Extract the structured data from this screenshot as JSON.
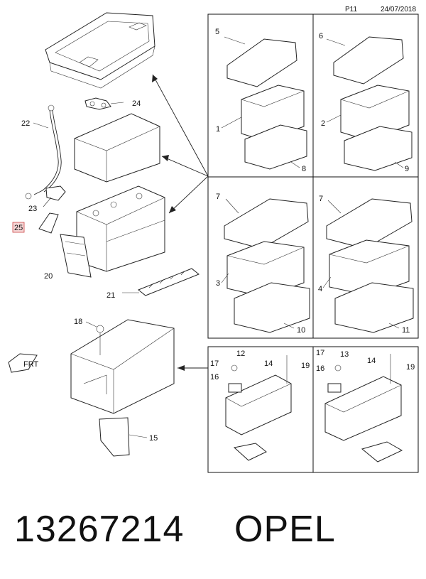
{
  "header": {
    "page": "P11",
    "date": "24/07/2018"
  },
  "callouts": {
    "n1": "1",
    "n2": "2",
    "n3": "3",
    "n4": "4",
    "n5": "5",
    "n6": "6",
    "n7a": "7",
    "n7b": "7",
    "n8": "8",
    "n9": "9",
    "n10": "10",
    "n11": "11",
    "n12": "12",
    "n13": "13",
    "n14a": "14",
    "n14b": "14",
    "n15": "15",
    "n16a": "16",
    "n16b": "16",
    "n17a": "17",
    "n17b": "17",
    "n18": "18",
    "n19a": "19",
    "n19b": "19",
    "n20": "20",
    "n21": "21",
    "n22": "22",
    "n23": "23",
    "n24": "24",
    "n25": "25"
  },
  "front_marker": "FRT",
  "footer": {
    "part_number": "13267214",
    "brand": "OPEL"
  }
}
